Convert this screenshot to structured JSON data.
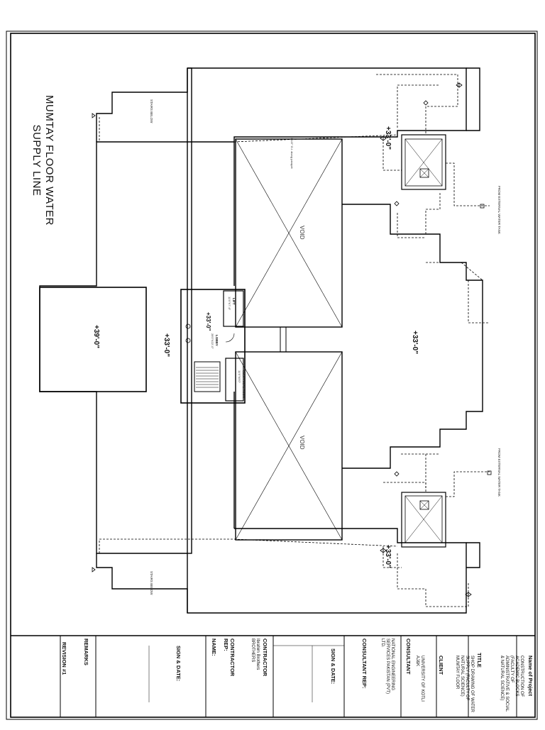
{
  "drawing": {
    "title_line1": "MUMTAY FLOOR WATER",
    "title_line2": "SUPPLY LINE",
    "void_label": "VOID",
    "elevations": [
      "+33'-0\"",
      "+39'-0\"",
      "+33'-0\"",
      "+33'-0\"",
      "+33'-0\"",
      "+33'-0\""
    ],
    "stairs_below": "STAIRS BELOW",
    "lift_label": "LIFT",
    "lift_size": "11'0\"X7'-6\"",
    "lobby_label": "LOBBY",
    "lobby_size": "28'0\"X22'-0\"",
    "electrical_room": "ELECTRICAL ROOM",
    "electrical_size": "11'0\"X5'0\"",
    "external_tank_1": "FROM EXTERNAL WATER TANK",
    "external_tank_2": "FROM EXTERNAL WATER TANK",
    "pipe_note": "1-1/2\" G.I. along parapet"
  },
  "title_block": {
    "project_heading": "Name of Project",
    "project_name": "CONSTRUCTION OF ACADEMIC BLOCKS (FACULTY OF ADMINISTRATIVE & SOCIAL & NATURAL SCIENCE)",
    "title_heading": "TITLE",
    "title_value": "SHOP DRAWING OF WATER SUPPLY (FACULTY OF NATURAL SCIENCE) MUMTAY FLOOR",
    "client_heading": "CLIENT",
    "client_value": "UNIVERSITY OF KOTLI AJ&K",
    "consultant_heading": "CONSULTANT",
    "consultant_value": "NATIONAL ENGINEERING SERVICES PAKISTAN (PVT) LTD.",
    "consultant_rep": "CONSULTANT REP:",
    "sign_date_1": "SIGN & DATE:",
    "contractor_heading": "CONTRACTOR",
    "contractor_value": "Ibrahim Brothers BROTHERS",
    "contractor_rep": "CONTRACTOR REP:",
    "contractor_name": "NAME:",
    "sign_date_2": "SIGN & DATE:",
    "remarks": "REMARKS",
    "revision": "REVISION #1"
  }
}
